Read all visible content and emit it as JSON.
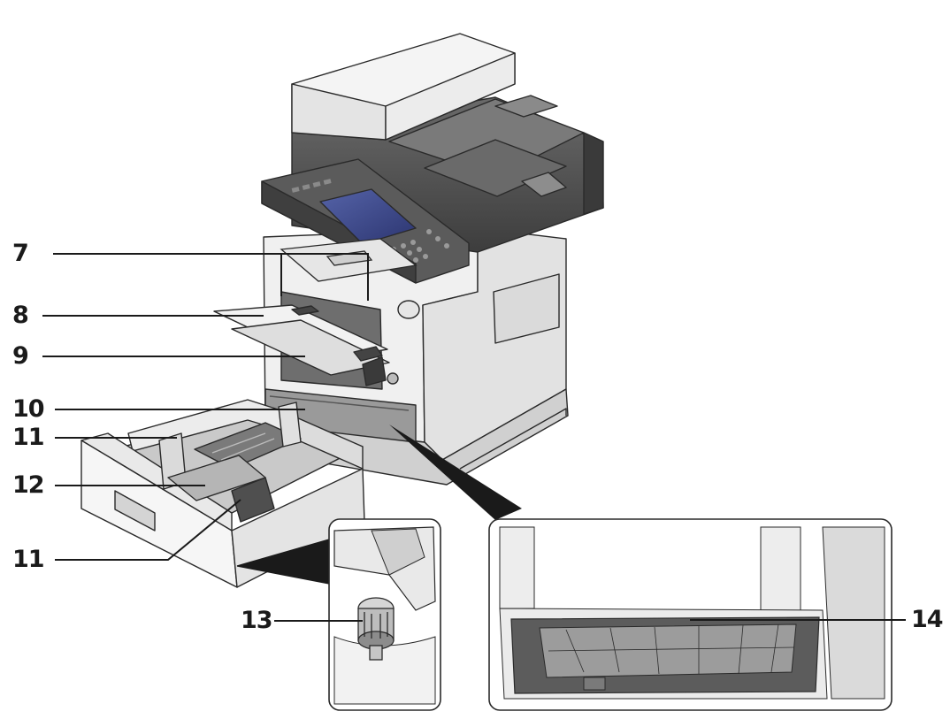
{
  "callouts": [
    {
      "id": "7",
      "label": "7"
    },
    {
      "id": "8",
      "label": "8"
    },
    {
      "id": "9",
      "label": "9"
    },
    {
      "id": "10",
      "label": "10"
    },
    {
      "id": "11a",
      "label": "11"
    },
    {
      "id": "12",
      "label": "12"
    },
    {
      "id": "11b",
      "label": "11"
    },
    {
      "id": "13",
      "label": "13"
    },
    {
      "id": "14",
      "label": "14"
    }
  ],
  "colors": {
    "line": "#1a1a1a",
    "body_light": "#f1f1f1",
    "body_mid": "#d9d9d9",
    "panel_dark": "#4a4a4a",
    "screen": "#3f4a8a",
    "tray_dark": "#5a5a5a"
  }
}
